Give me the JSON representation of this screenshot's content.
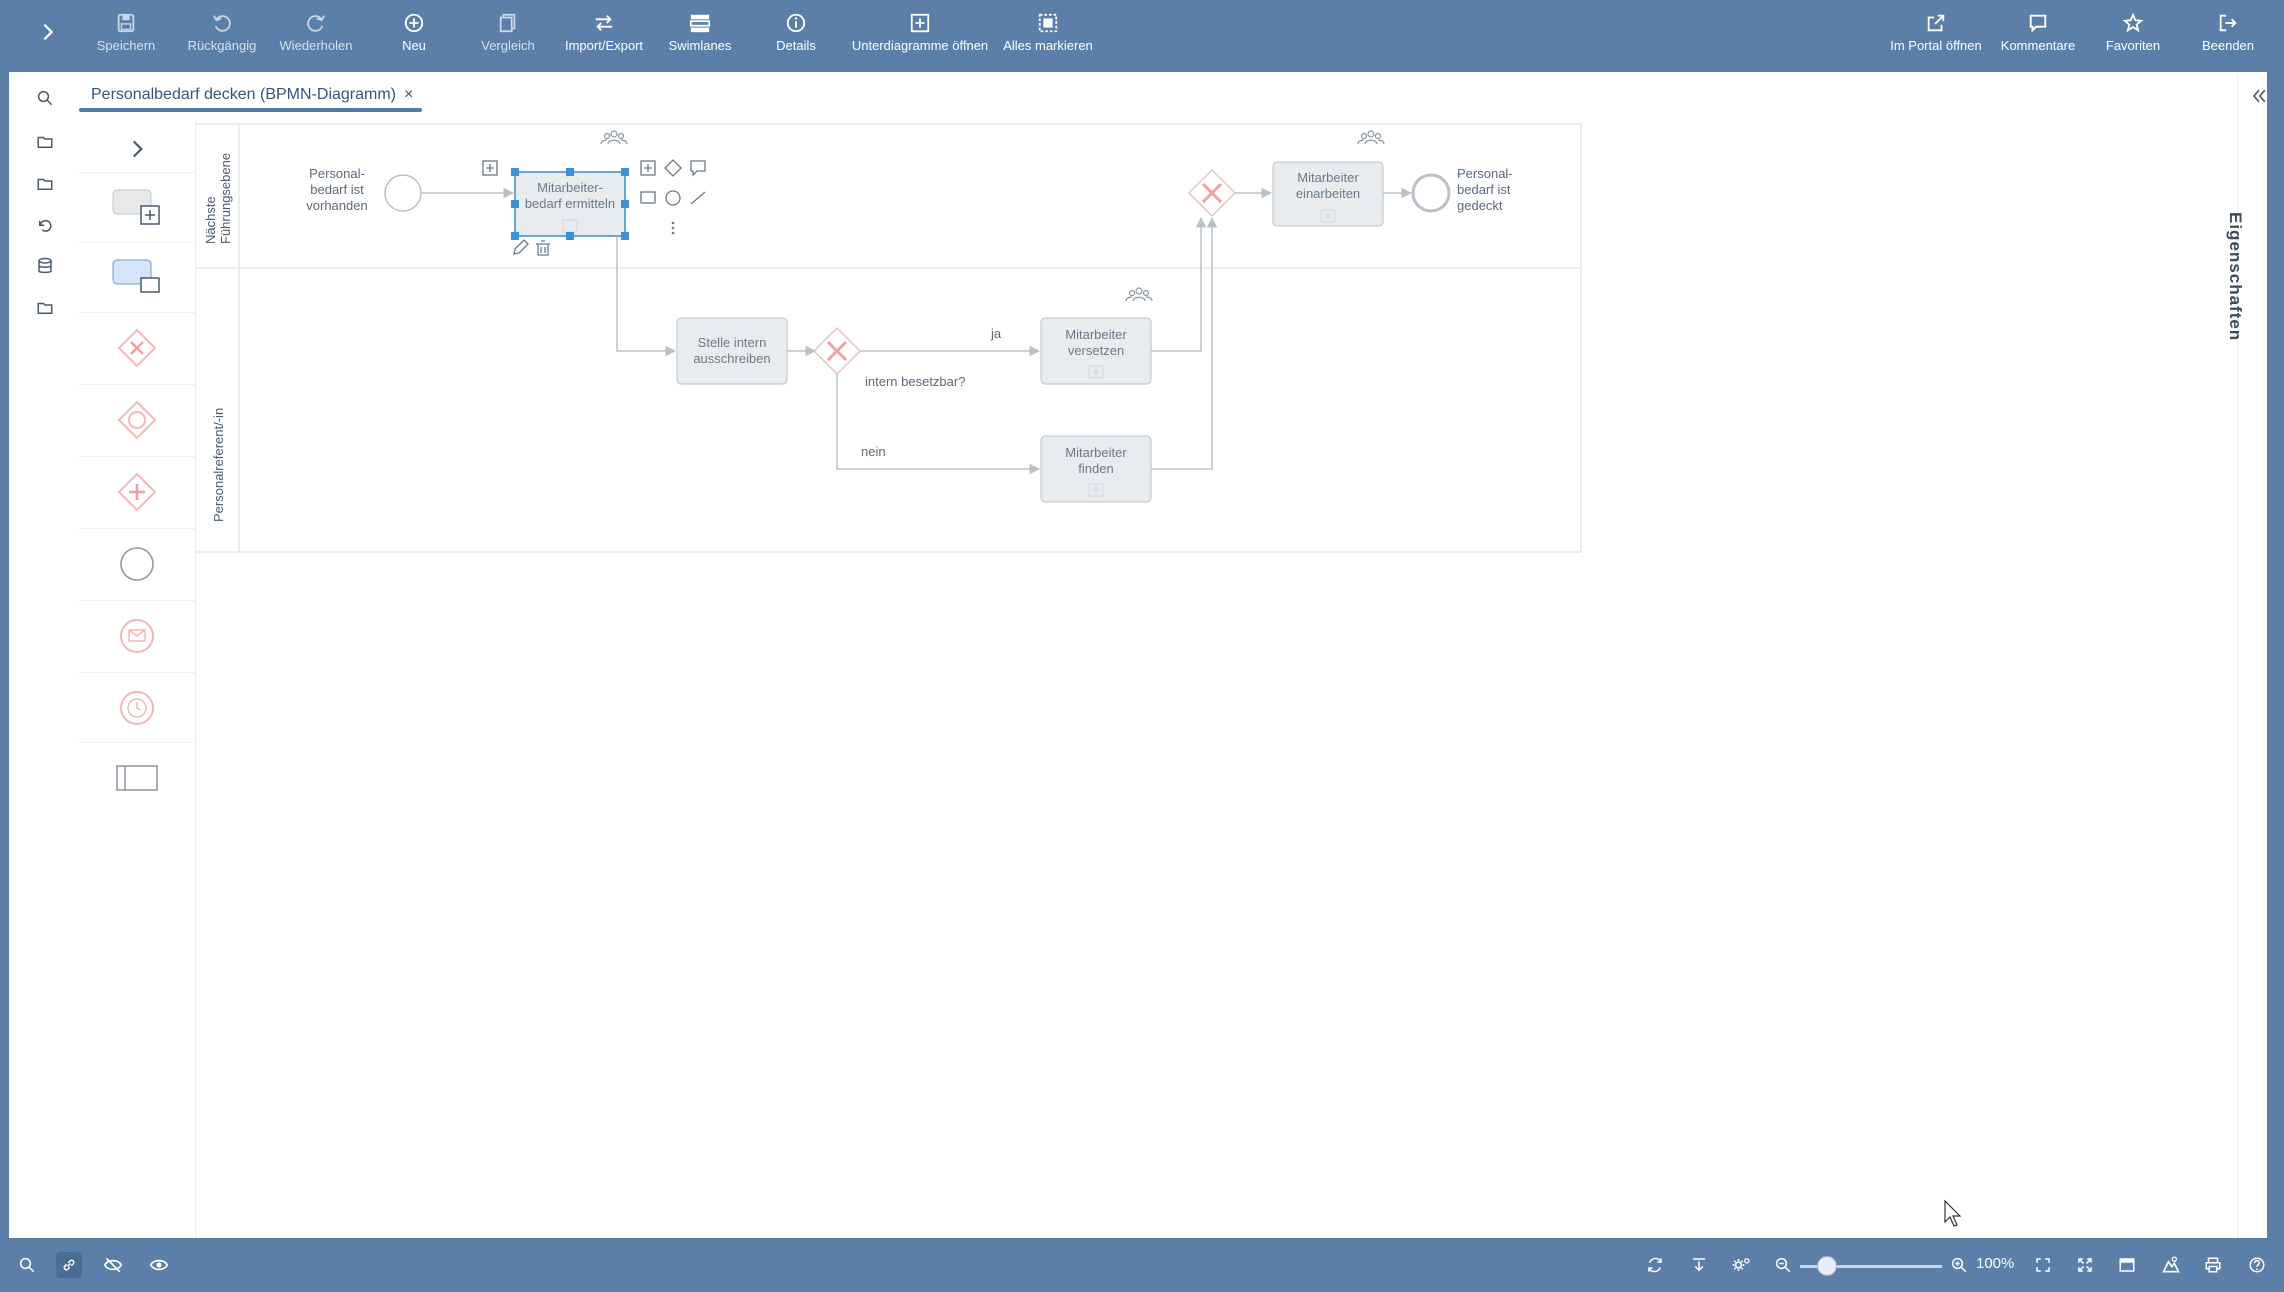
{
  "toolbar": {
    "items": [
      {
        "label": "Speichern",
        "icon": "save-icon"
      },
      {
        "label": "Rückgängig",
        "icon": "undo-icon"
      },
      {
        "label": "Wiederholen",
        "icon": "redo-icon"
      },
      {
        "label": "Neu",
        "icon": "plus-circle-icon"
      },
      {
        "label": "Vergleich",
        "icon": "compare-icon"
      },
      {
        "label": "Import/Export",
        "icon": "arrows-exchange-icon"
      },
      {
        "label": "Swimlanes",
        "icon": "swimlanes-icon"
      },
      {
        "label": "Details",
        "icon": "info-icon"
      },
      {
        "label": "Unterdiagramme öffnen",
        "icon": "subdiagram-icon"
      },
      {
        "label": "Alles markieren",
        "icon": "select-all-icon"
      }
    ],
    "right_items": [
      {
        "label": "Im Portal öffnen",
        "icon": "external-link-icon"
      },
      {
        "label": "Kommentare",
        "icon": "comment-icon"
      },
      {
        "label": "Favoriten",
        "icon": "star-icon"
      },
      {
        "label": "Beenden",
        "icon": "logout-icon"
      }
    ]
  },
  "tab": {
    "title": "Personalbedarf decken (BPMN-Diagramm)",
    "close": "×"
  },
  "right_panel": {
    "label": "Eigenschaften"
  },
  "diagram": {
    "lanes": [
      {
        "name_line1": "Nächste",
        "name_line2": "Führungsebene"
      },
      {
        "name": "Personalreferent/-in"
      }
    ],
    "start_event": {
      "line1": "Personal-",
      "line2": "bedarf ist",
      "line3": "vorhanden"
    },
    "end_event": {
      "line1": "Personal-",
      "line2": "bedarf ist",
      "line3": "gedeckt"
    },
    "tasks": [
      {
        "line1": "Mitarbeiter-",
        "line2": "bedarf ermitteln"
      },
      {
        "line1": "Mitarbeiter",
        "line2": "einarbeiten"
      },
      {
        "line1": "Stelle intern",
        "line2": "ausschreiben"
      },
      {
        "line1": "Mitarbeiter",
        "line2": "versetzen"
      },
      {
        "line1": "Mitarbeiter",
        "line2": "finden"
      }
    ],
    "gateway_label": "intern besetzbar?",
    "flow_labels": {
      "yes": "ja",
      "no": "nein"
    }
  },
  "bottombar": {
    "zoom": "100%",
    "zoom_fraction": 0.18
  },
  "colors": {
    "bar": "#5b7fa8",
    "selection": "#3d8fd6",
    "gateway": "#f0a8a8"
  }
}
